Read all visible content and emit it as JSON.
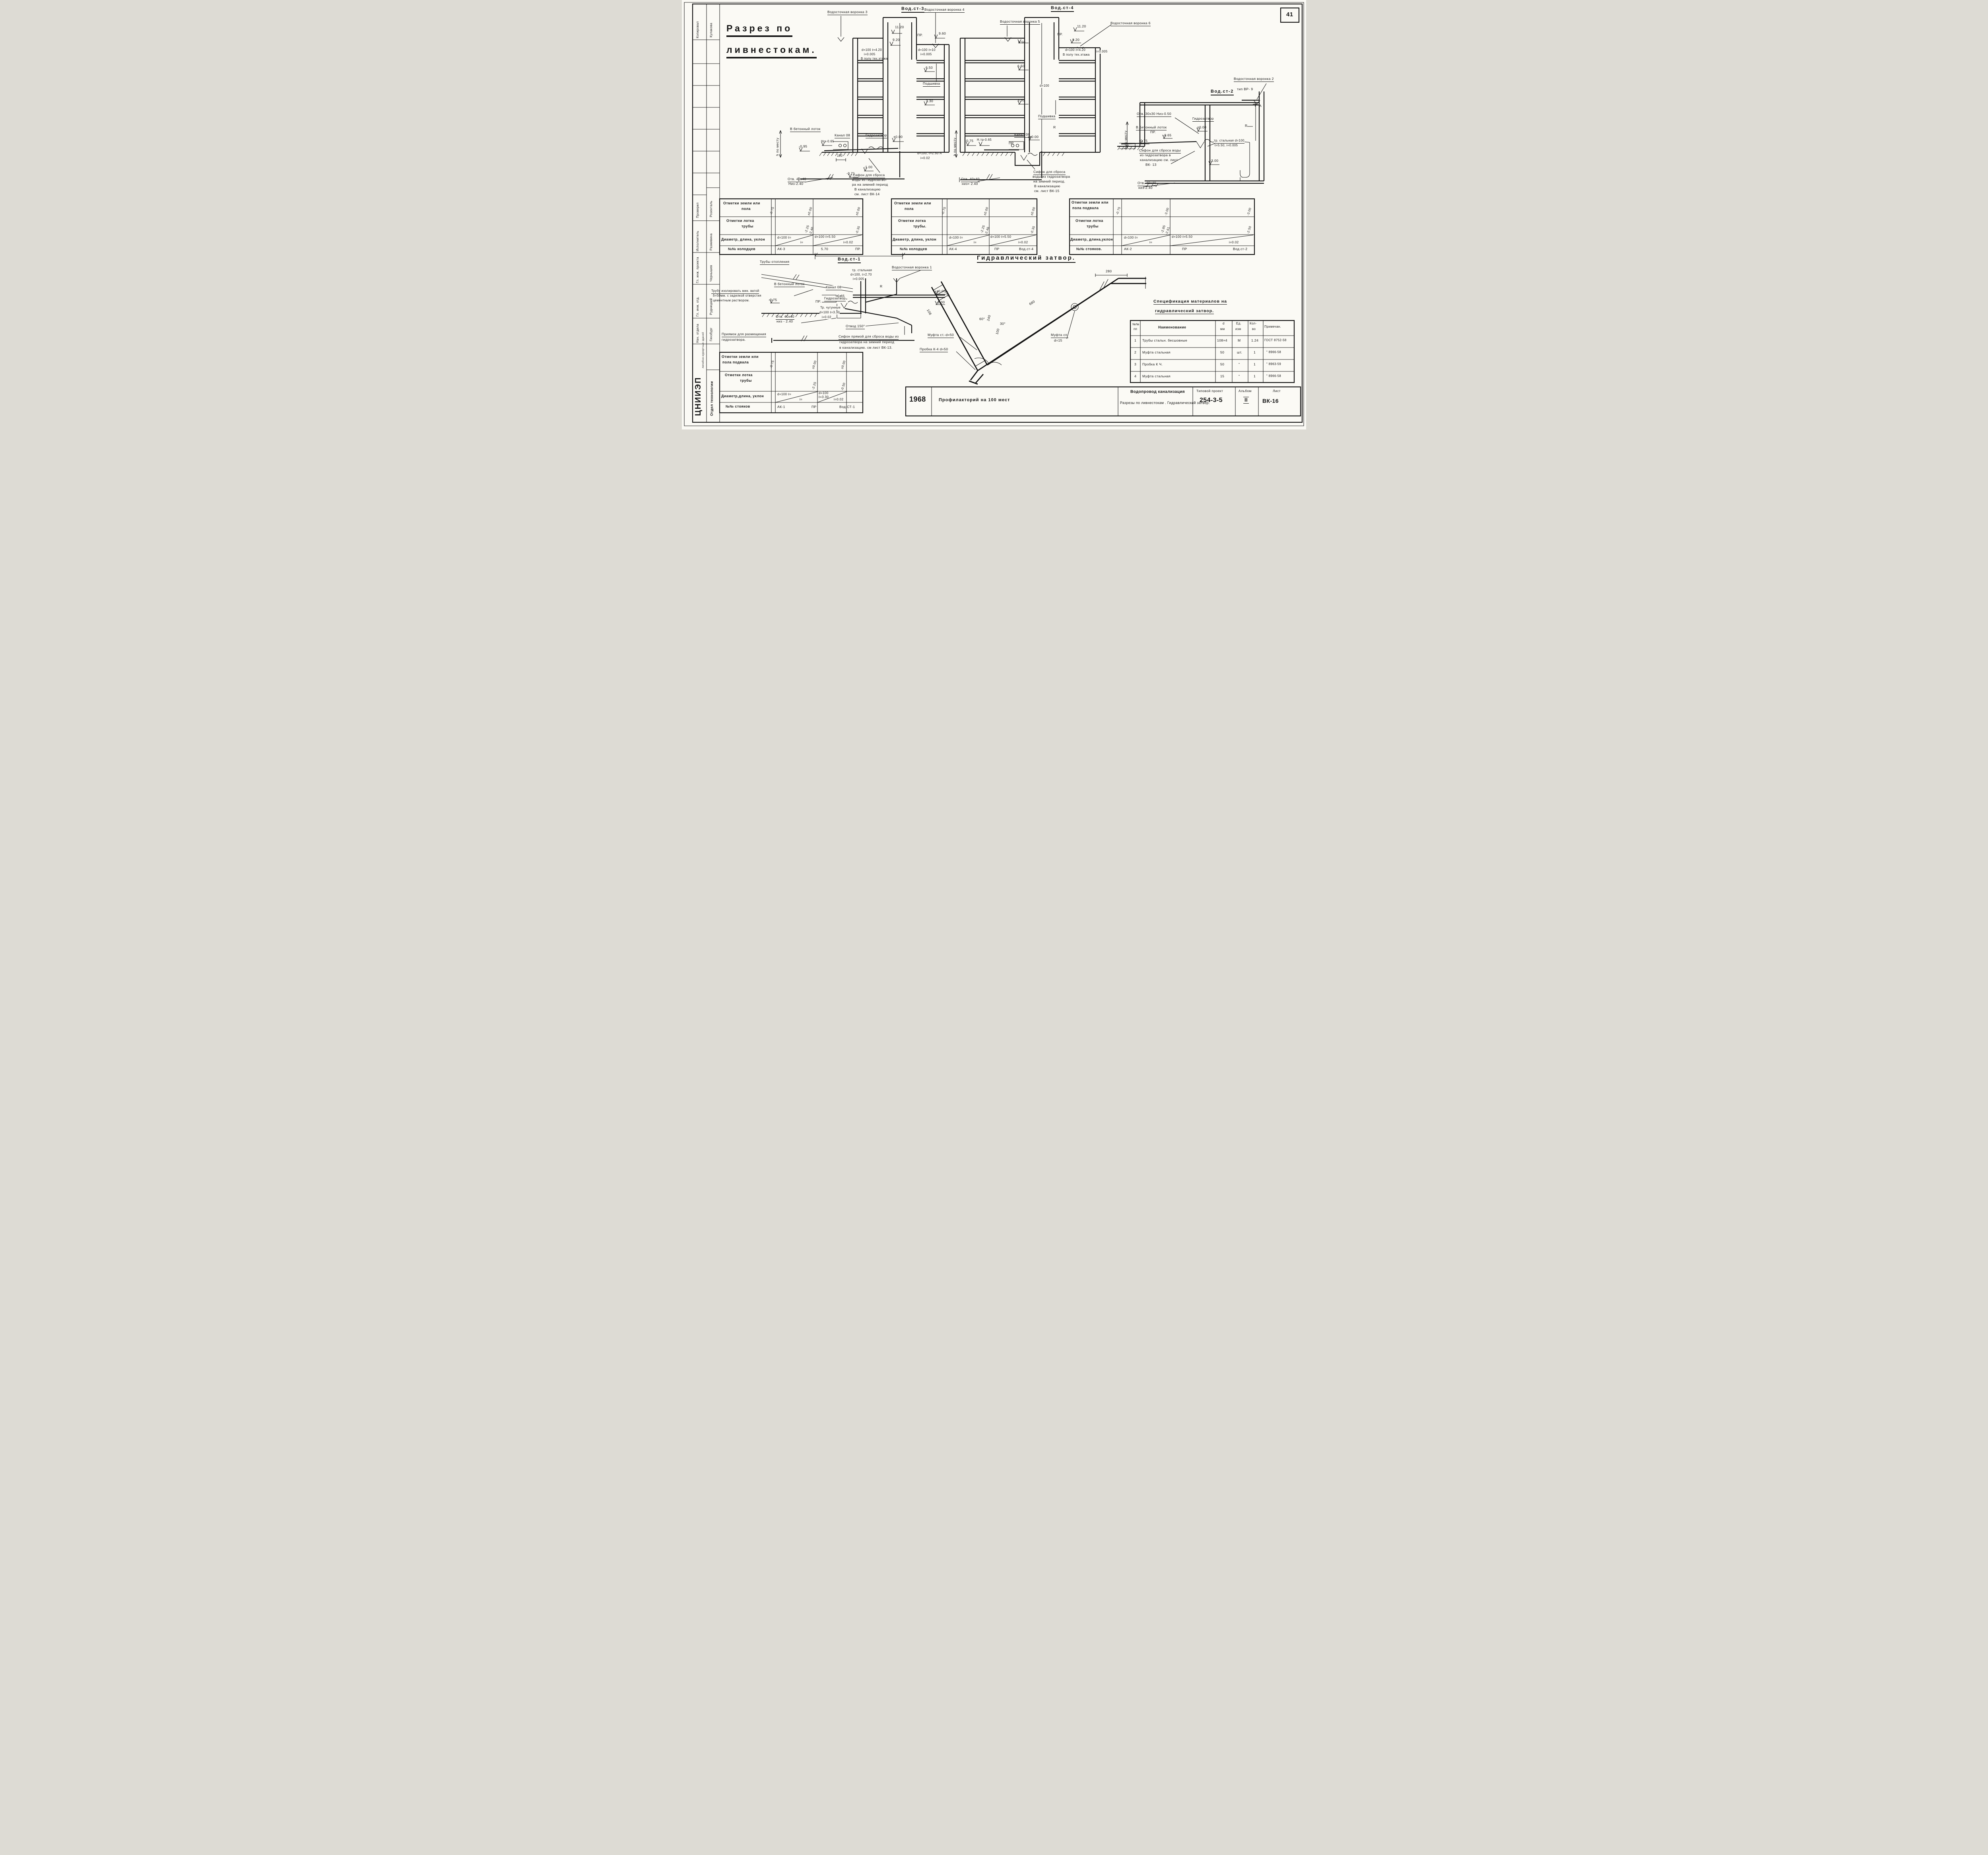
{
  "page_number": "41",
  "main_title": {
    "line1": "Разрез  по",
    "line2": "ливнестокам."
  },
  "st3": {
    "funnel3": "Водосточная воронка 3",
    "title": "Вод.ст-3",
    "funnel4": "Водосточная воронка 4",
    "pr": "ПР.",
    "e1120": "11.20",
    "e960": "9.60",
    "e920": "9.20",
    "d1": "d=100  ℓ=4.20",
    "i1": "i=0.005",
    "floor": "В полу тех.этажа",
    "d2": "d=100  ℓ=10",
    "i2": "i=0.005",
    "e650": "6.50",
    "podshivka": "Подшивка",
    "e330": "3.30",
    "hpm": "h по месту",
    "lotok": "В бетонный лоток",
    "kanal": "Канал 08",
    "gidro": "Гидрозатвор",
    "ngk": "Нгк-0.65",
    "m095": "-0.95",
    "pm000": "±0.00",
    "dim100": "100",
    "m071": "-0.71",
    "m100": "-1.00",
    "d3": "d=100, ℓ=2.50  А",
    "i3": "i=0.02",
    "otv": "Отв. 40х40",
    "niz": "Низ-2.40",
    "sifon1": "Сифон для сброса",
    "sifon2": "воды из гидрозатво-",
    "sifon3": "ра на зимний период",
    "sifon4": "В канализацию",
    "sifon5": "см. лист ВК-14"
  },
  "st4": {
    "title": "Вод.ст-4",
    "funnel5": "Водосточная воронка 5",
    "funnel6": "Водосточная воронка 6",
    "e1120": "11.20",
    "pr": "ПР.",
    "e920": "9.20",
    "e950": "9.50",
    "d1": "d=100  ℓ=4.20",
    "floor": "В полу тех.этажа",
    "i1": "i=0.005",
    "e650": "6.50",
    "d100": "d=100",
    "e330": "3.30",
    "podshivka": "Подшивка",
    "hpm": "h по месту",
    "m075": "-0.75",
    "ntr": "Н.тр-0.65",
    "kanal": "Канал 08",
    "pm000": "±0.00",
    "pr2": "ПР.",
    "r": "R",
    "sifon1": "Сифон для сброса",
    "sifon2": "воды из гидрозатвора",
    "sifon3": "на зимний период.",
    "sifon4": "В канализацию",
    "sifon5": "см. лист ВК-15",
    "otv": "Отв. 40х40",
    "niz": "низ= 2.40"
  },
  "st2": {
    "funnel2a": "Водосточная воронка 2",
    "funnel2b": "тип ВР- 9",
    "title": "Вод.ст-2",
    "otv30": "Отв. 30х30  Низ-0.50",
    "hpm": "h по месту",
    "lotok": "В.Бетонный лоток",
    "gidro": "Гидрозатвор",
    "pr": "ПР.",
    "pm000": "±0.00",
    "m075": "-0.75",
    "m065": "-0.65",
    "tr1": "тр. стальная  d=100",
    "tr2": "ℓ=5.50, i=0.005",
    "sifon1": "Сифон для сброса воды",
    "sifon2": "из гидрозатвора в",
    "sifon3": "канализацию см. лист",
    "sifon4": "ВК- 13",
    "m300": "-3.00",
    "otv40": "Отв. 40х40",
    "niz240": "низ-2.40",
    "r": "R",
    "a": "А"
  },
  "st1": {
    "dim570": "5.70",
    "title": "Вод.ст-1",
    "heat": "Трубы отопления",
    "funnel1": "Водосточная воронка 1",
    "tr1": "тр. стальная",
    "tr2": "d=100, ℓ=2.70",
    "tr3": "i=0.005",
    "lotok": "В бетонный лоток",
    "kanal": "Канал 08",
    "gidro": "Гидрозатвор",
    "r": "R",
    "pm000": "±0.00",
    "pr": "ПР.",
    "m065": "-0.65",
    "m075": "-0.75",
    "m100": "-1.00",
    "insul1": "Трубу изолировать мин. ватой",
    "insul2": "δ=50мм. с заделкой отверстия",
    "insul3": "цементным раствором.",
    "chug1": "Тр. чугунные",
    "chug2": "d=100 ℓ=3.30",
    "chug3": "i=0.02",
    "otvod": "Отвод 150°",
    "otv": "Отв. 40х40",
    "niz": "низ - 2.40",
    "pit1": "Приямок для размещения",
    "pit2": "гидрозатвора.",
    "sifon1": "Сифон прямой для сброса воды из",
    "sifon2": "гидрозатвора на зимний период",
    "sifon3": "в канализацию. см лист  ВК-13."
  },
  "hyd": {
    "title": "Гидравлический  затвор.",
    "d200": "200",
    "d108": "108",
    "d240": "240",
    "d100": "100",
    "d680": "680",
    "d280": "280",
    "a60": "60°",
    "a30": "30°",
    "mufta50": "Муфта ст.-d=50",
    "probka": "Пробка К-4 d=50",
    "mufta15a": "Муфта сп.",
    "mufta15b": "d=15"
  },
  "tables": [
    {
      "r1a": "Отметки  земли  или",
      "r1b": "пола",
      "r2a": "Отметки  лотка",
      "r2b": "трубы",
      "r3": "Диаметр, длина, уклон",
      "r4": "№№  колодцев",
      "g1": "-0.75",
      "g2": "±0.00",
      "g3": "±0.00",
      "i1": "-2.25",
      "i2": "-2.46",
      "i3": "-0.35",
      "d1": "d=100 ℓ=",
      "d2": "i=",
      "d3": "d=100  ℓ=5.50",
      "d4": "i=0.02",
      "w1": "АК-3",
      "w2": "ПР."
    },
    {
      "r1a": "Отметки  земли  или",
      "r1b": "пола",
      "r2a": "Отметки  лотка",
      "r2b": "трубы.",
      "r3": "Диаметр, длина, уклон",
      "r4": "№№  колодцев",
      "g1": "-0.75",
      "g2": "±0.00",
      "g3": "±0.00",
      "i1": "-2.25",
      "i2": "-2.46",
      "i3": "-0.35",
      "d1": "d=100 ℓ=",
      "d2": "i=",
      "d3": "d=100  ℓ=5.50",
      "d4": "i=0.02",
      "w1": "АК-4",
      "w2": "ПР",
      "w3": "Вод.ст-4"
    },
    {
      "r1a": "Отметки земли или",
      "r1b": "пола подвала",
      "r2a": "Отметки  лотка",
      "r2b": "трубы",
      "r3": "Диаметр, длина,уклон",
      "r4": "№№  стояков.",
      "g1": "-0.75",
      "g2": "-3.00",
      "g3": "-3.00",
      "i1": "-2.85",
      "i2": "-2.61",
      "i3": "-2.50",
      "d1": "d=100 ℓ=",
      "d2": "i=",
      "d3": "d=100  ℓ=5.50",
      "d4": "i=0.02",
      "w1": "АК-2",
      "w2": "ПР",
      "w3": "Вод.ст-2"
    },
    {
      "r1a": "Отметки земли или",
      "r1b": "пола подвала",
      "r2a": "Отметки  лотка",
      "r2b": "трубы",
      "r3": "Диаметр,длина, уклон",
      "r4": "№№  стояков",
      "g1": "-0.75",
      "g2": "±0.00",
      "g3": "±0.00",
      "i1": "-2.25",
      "i2": "-0.50",
      "d1": "d=100 ℓ=",
      "d2": "i=",
      "d3": "d=100",
      "d3b": "ℓ=3.30",
      "d4": "i=0.02",
      "w1": "АК-1",
      "w2": "ПР",
      "w3": "Вод.СТ-1"
    }
  ],
  "spec": {
    "title1": "Спецификация  материалов  на",
    "title2": "гидравлический  затвор.",
    "h_num1": "№№",
    "h_num2": "пп",
    "h_name": "Наименование",
    "h_d1": "d",
    "h_d2": "мм",
    "h_ed1": "Ед.",
    "h_ed2": "изм",
    "h_kol1": "Кол-",
    "h_kol2": "во",
    "h_prim": "Примечан.",
    "rows": [
      [
        "1",
        "Трубы стальн. бесшовные",
        "108×4",
        "М",
        "1.24",
        "ГОСТ 8752-58"
      ],
      [
        "2",
        "Муфта  стальная",
        "50",
        "шт.",
        "1",
        "\" 8966-58"
      ],
      [
        "3",
        "Пробка  К Ч.",
        "50",
        "\"",
        "1",
        "\" 8963-59"
      ],
      [
        "4",
        "Муфта  стальная",
        "15",
        "\"",
        "1",
        "\" 8966-58"
      ]
    ]
  },
  "titleblock": {
    "year": "1968",
    "project": "Профилакторий  на 100 мест",
    "line1": "Водопровод   канализация",
    "line2": "Разрезы по ливнестокам . Гидравлический затвор.",
    "series_label": "Типовой проект",
    "series": "254-3-5",
    "album_label": "Альбом",
    "album": "II",
    "sheet_label": "Лист",
    "sheet": "ВК-16"
  },
  "sidebar": {
    "col1": [
      "Копировал",
      "Проверил",
      "Исполнитель",
      "Гл. инж. проекта",
      "Гл. инж. отд.",
      "Нач. отдела"
    ],
    "names": [
      "Кулакова",
      "Розенталь",
      "Разживина",
      "Чернышев",
      "Рудницкий",
      "Гинзбург"
    ],
    "org": "ЦНИИЭП",
    "org2": "лечебно-курортных зданий",
    "dept": "Отдел  технологии"
  }
}
